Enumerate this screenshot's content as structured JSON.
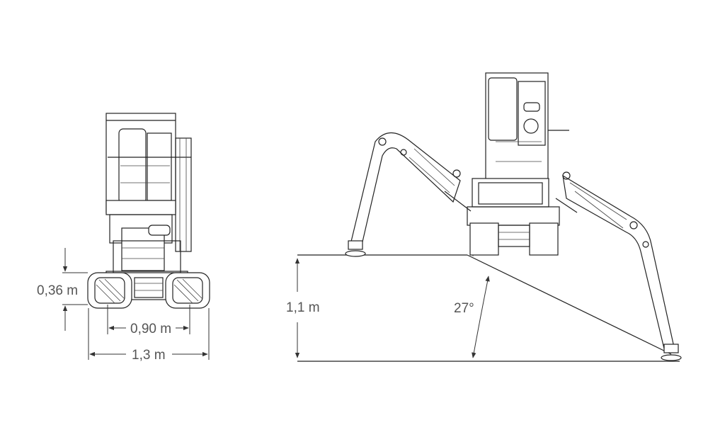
{
  "front_view": {
    "track_height_label": "0,36 m",
    "track_gauge_label": "0,90 m",
    "overall_width_label": "1,3 m"
  },
  "side_view": {
    "climb_height_label": "1,1 m",
    "slope_angle_label": "27°"
  },
  "colors": {
    "line": "#222222",
    "dimension_text": "#555555",
    "background": "#ffffff"
  }
}
